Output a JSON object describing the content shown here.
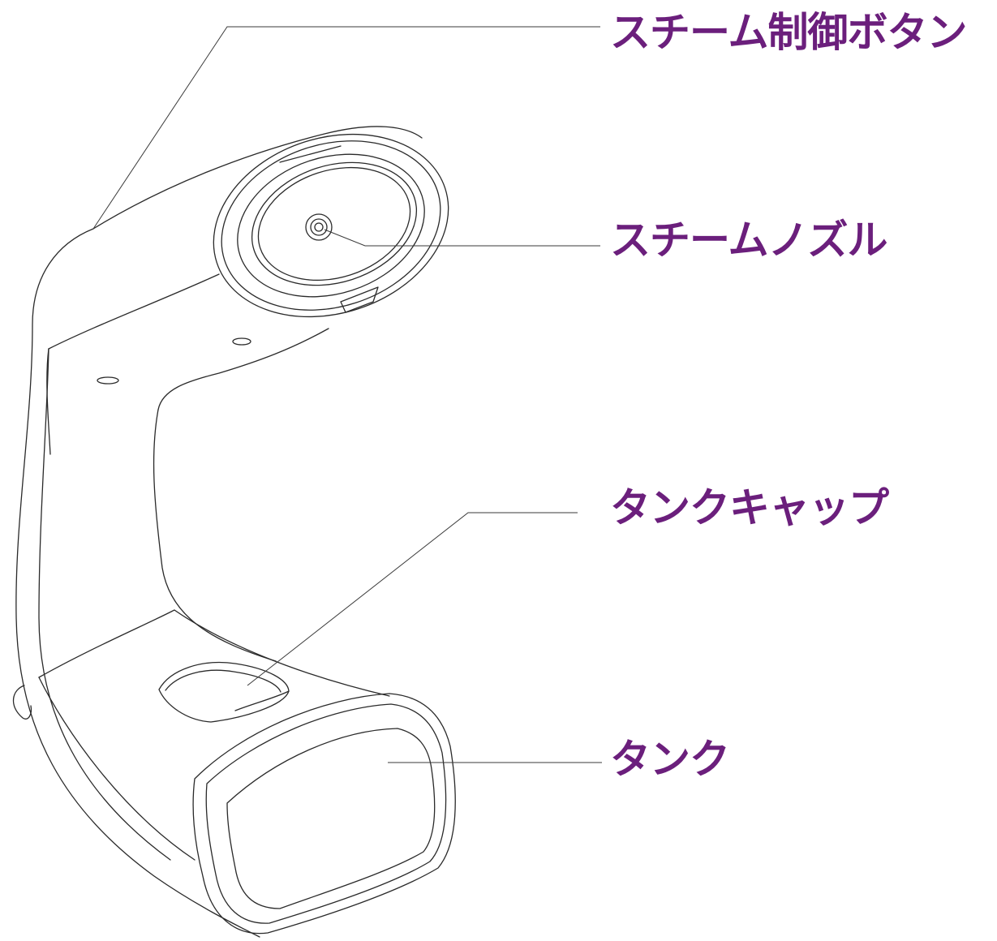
{
  "colors": {
    "label": "#6b1f7c",
    "outline": "#2a2a2a",
    "background": "#ffffff"
  },
  "labels": {
    "steam_control_button": "スチーム制御ボタン",
    "steam_nozzle": "スチームノズル",
    "tank_cap": "タンクキャップ",
    "tank": "タンク"
  }
}
